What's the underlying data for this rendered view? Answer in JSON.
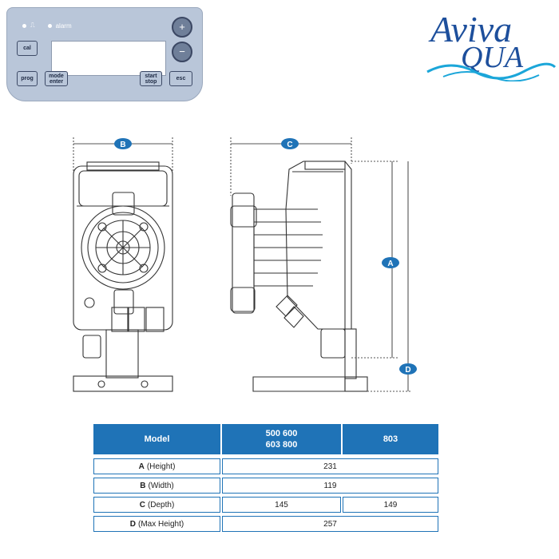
{
  "panel": {
    "led_alarm_label": "alarm",
    "buttons": {
      "cal": "cal",
      "prog": "prog",
      "mode": "mode",
      "enter": "enter",
      "start": "start",
      "stop": "stop",
      "esc": "esc",
      "plus": "+",
      "minus": "−"
    }
  },
  "logo": {
    "line1": "Aviva",
    "line2": "QUA"
  },
  "drawing": {
    "labels": {
      "a": "A",
      "b": "B",
      "c": "C",
      "d": "D"
    }
  },
  "table": {
    "headers": {
      "model": "Model",
      "col1_line1": "500 600",
      "col1_line2": "603 800",
      "col2": "803"
    },
    "rows": [
      {
        "letter": "A",
        "desc": "(Height)",
        "value": "231"
      },
      {
        "letter": "B",
        "desc": "(Width)",
        "value": "119"
      },
      {
        "letter": "C",
        "desc": "(Depth)",
        "value_a": "145",
        "value_b": "149"
      },
      {
        "letter": "D",
        "desc": "(Max Height)",
        "value": "257"
      }
    ]
  },
  "colors": {
    "table_header": "#1f73b7",
    "panel_bg": "#b9c6d9",
    "logo_blue": "#1d4f9c",
    "logo_cyan": "#1ba6d9"
  }
}
